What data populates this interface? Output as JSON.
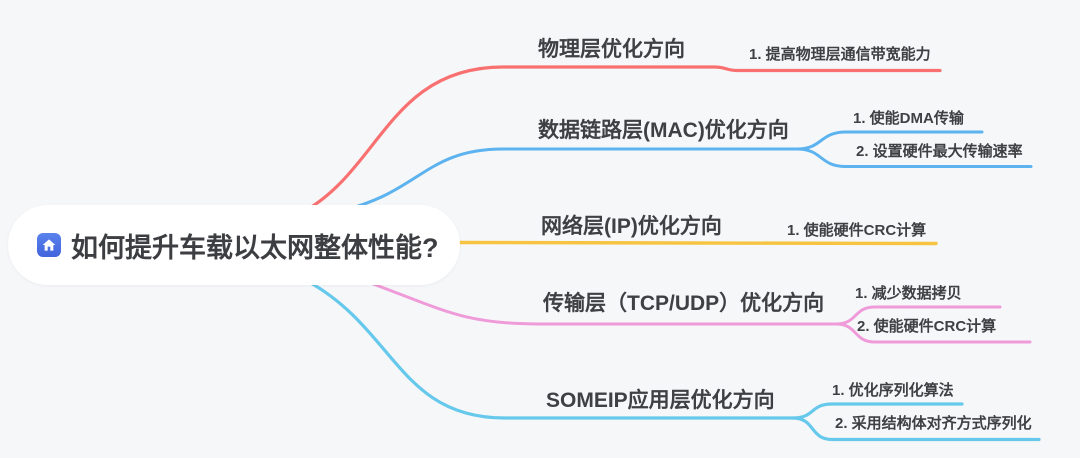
{
  "canvas": {
    "background": "#f6f7f9"
  },
  "root": {
    "label": "如何提升车载以太网整体性能?",
    "icon": "home-icon",
    "icon_color": "#4a6fe3",
    "text_color": "#3c3e42"
  },
  "branches": [
    {
      "label": "物理层优化方向",
      "color": "#f87170",
      "children": [
        {
          "label": "1. 提高物理层通信带宽能力"
        }
      ]
    },
    {
      "label": "数据链路层(MAC)优化方向",
      "color": "#5cb3ef",
      "children": [
        {
          "label": "1. 使能DMA传输"
        },
        {
          "label": "2. 设置硬件最大传输速率"
        }
      ]
    },
    {
      "label": "网络层(IP)优化方向",
      "color": "#f7c442",
      "children": [
        {
          "label": "1. 使能硬件CRC计算"
        }
      ]
    },
    {
      "label": "传输层（TCP/UDP）优化方向",
      "color": "#ef9bd9",
      "children": [
        {
          "label": "1. 减少数据拷贝"
        },
        {
          "label": "2. 使能硬件CRC计算"
        }
      ]
    },
    {
      "label": "SOMEIP应用层优化方向",
      "color": "#66c9ec",
      "children": [
        {
          "label": "1. 优化序列化算法"
        },
        {
          "label": "2. 采用结构体对齐方式序列化"
        }
      ]
    }
  ]
}
